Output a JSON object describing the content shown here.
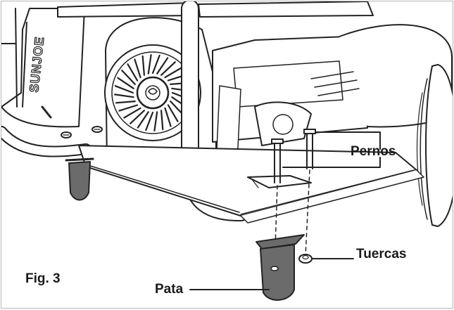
{
  "figure": {
    "caption": "Fig. 3",
    "brand_mark": "SUNJOE"
  },
  "callouts": {
    "bolts": "Pernos",
    "nuts": "Tuercas",
    "leg": "Pata"
  },
  "colors": {
    "line": "#222222",
    "shade": "#6b6b6b",
    "background": "#ffffff",
    "frame_border": "#b5b5b5"
  }
}
